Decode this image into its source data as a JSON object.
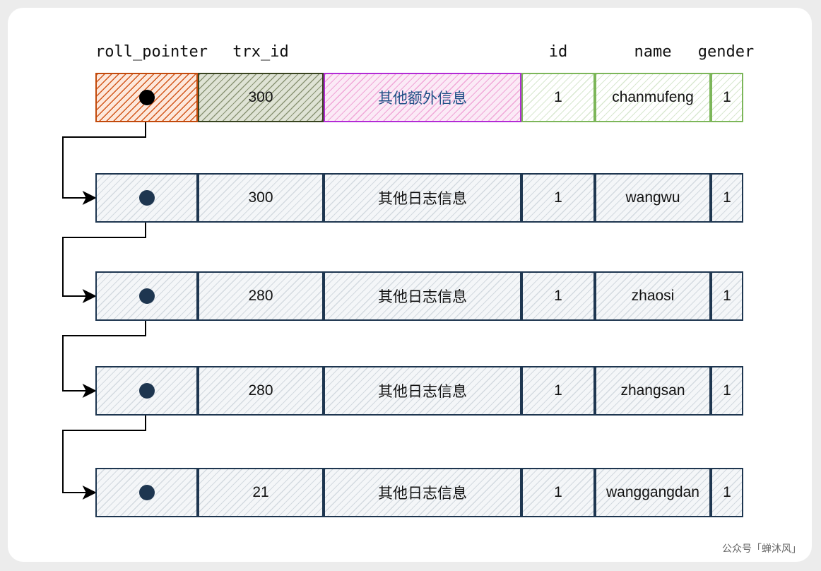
{
  "headers": {
    "roll_pointer": "roll_pointer",
    "trx_id": "trx_id",
    "id": "id",
    "name": "name",
    "gender": "gender"
  },
  "rows": [
    {
      "trx_id": "300",
      "info": "其他额外信息",
      "id": "1",
      "name": "chanmufeng",
      "gender": "1",
      "role": "current"
    },
    {
      "trx_id": "300",
      "info": "其他日志信息",
      "id": "1",
      "name": "wangwu",
      "gender": "1",
      "role": "undo"
    },
    {
      "trx_id": "280",
      "info": "其他日志信息",
      "id": "1",
      "name": "zhaosi",
      "gender": "1",
      "role": "undo"
    },
    {
      "trx_id": "280",
      "info": "其他日志信息",
      "id": "1",
      "name": "zhangsan",
      "gender": "1",
      "role": "undo"
    },
    {
      "trx_id": "21",
      "info": "其他日志信息",
      "id": "1",
      "name": "wanggangdan",
      "gender": "1",
      "role": "undo"
    }
  ],
  "watermark": "公众号「蝉沐风」",
  "colors": {
    "undo_border": "#1e3650",
    "roll_pointer_current": "#c24a0c",
    "trx_id_current": "#38431f",
    "info_current": "#b22bd6",
    "data_current": "#7cb659",
    "arrow": "#000000"
  }
}
